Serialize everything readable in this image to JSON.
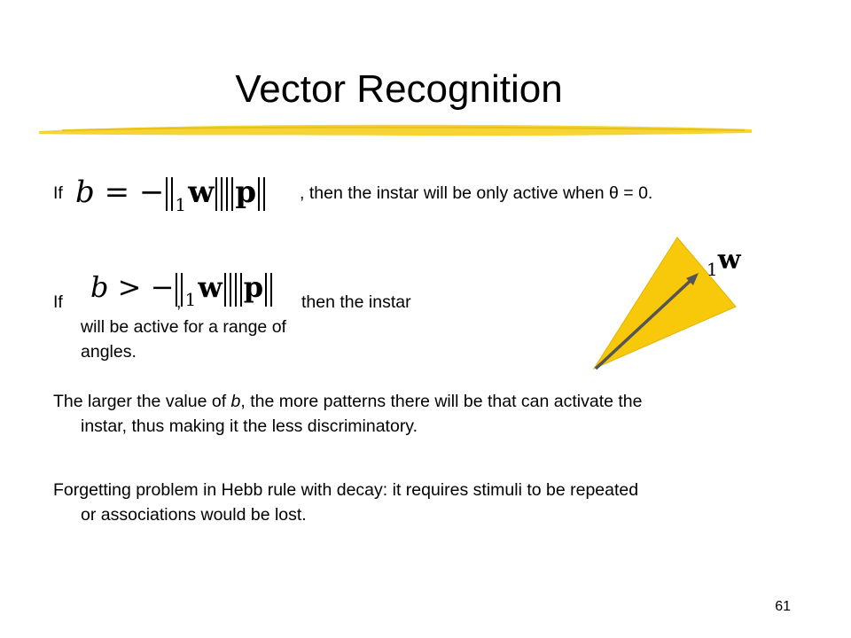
{
  "slide": {
    "title": "Vector Recognition",
    "page_number": "61",
    "colors": {
      "highlight_yellow": "#F5CF1F",
      "cone_yellow": "#F7C90A",
      "arrow": "#555555"
    }
  },
  "line1": {
    "if": "If",
    "math_b": "b",
    "math_eq": " = −",
    "math_sub": "1",
    "math_w": "w",
    "math_p": "p",
    "rest": ", then the instar will be only active when θ = 0."
  },
  "line2": {
    "if": "If",
    "math_b": "b",
    "math_gt": " > −",
    "math_sub": "1",
    "math_w": "w",
    "math_p": "p",
    "comma": ",",
    "rest_a": "then the instar",
    "rest_b": "will be active for a range of",
    "rest_c": "angles."
  },
  "para3": {
    "a": "The larger the value of ",
    "b_var": "b",
    "c": ", the more patterns there will be that can activate the",
    "d": "instar, thus making it the less discriminatory."
  },
  "para4": {
    "a": "Forgetting problem in Hebb rule with decay: it requires stimuli to be repeated",
    "b": "or associations would be lost."
  },
  "diagram": {
    "label_sub": "1",
    "label_w": "w"
  }
}
